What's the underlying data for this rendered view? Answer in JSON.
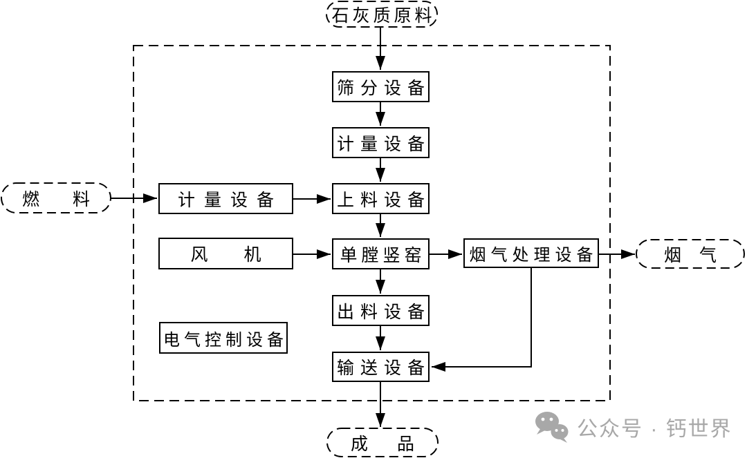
{
  "diagram": {
    "nodes": {
      "raw_material": "石灰质原料",
      "screening": "筛分设备",
      "metering_main": "计量设备",
      "feeding": "上料设备",
      "kiln": "单膛竖窑",
      "discharging": "出料设备",
      "conveying": "输送设备",
      "fuel": "燃料",
      "metering_fuel": "计量设备",
      "fan": "风机",
      "electric_control": "电气控制设备",
      "flue_gas_treatment": "烟气处理设备",
      "flue_gas": "烟气",
      "product": "成品"
    },
    "colors": {
      "line": "#000000",
      "watermark": "#a8a8a8"
    }
  },
  "watermark": {
    "text": "公众号 · 钙世界"
  }
}
